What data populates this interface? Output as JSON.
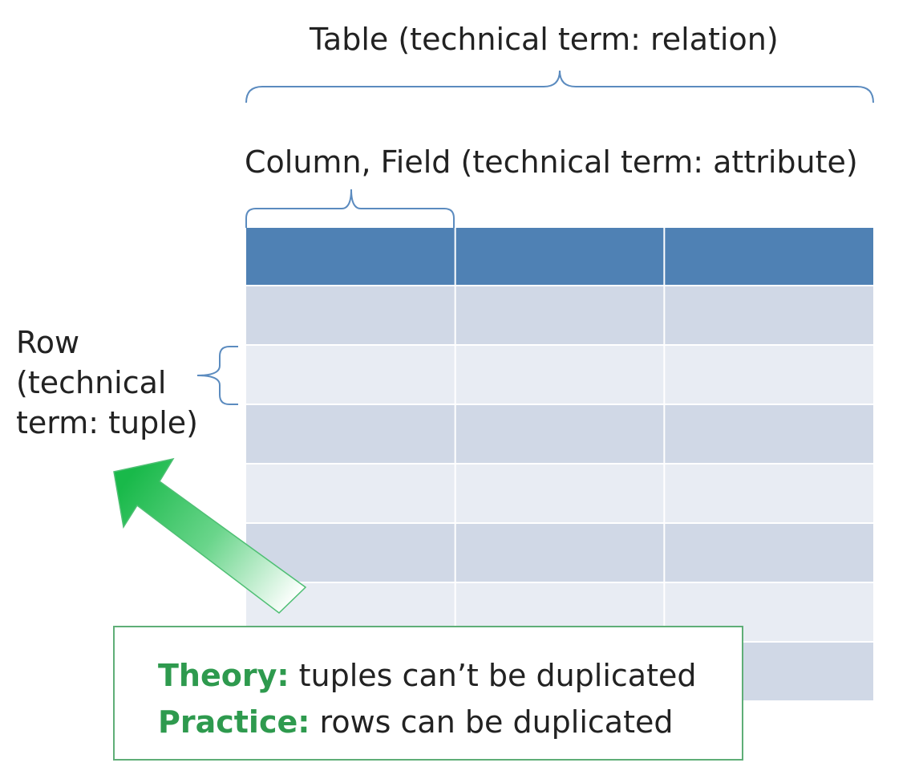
{
  "labels": {
    "table": "Table (technical term: relation)",
    "column": "Column, Field (technical term: attribute)",
    "row_lines": [
      "Row",
      "(technical",
      "term: tuple)"
    ]
  },
  "table": {
    "columns": 3,
    "body_rows": 7
  },
  "callout": {
    "theory_keyword": "Theory:",
    "theory_text": " tuples can’t be duplicated",
    "practice_keyword": "Practice:",
    "practice_text": " rows can be duplicated"
  },
  "colors": {
    "header": "#4f81b4",
    "row_dark": "#d0d8e6",
    "row_light": "#e8ecf3",
    "bracket": "#5b8bbf",
    "keyword": "#2e9a4e",
    "arrow_dark": "#19b94a",
    "arrow_light": "#ffffff",
    "callout_border": "#5fae77"
  },
  "icons": {
    "arrow": "arrow-up-left-icon"
  }
}
